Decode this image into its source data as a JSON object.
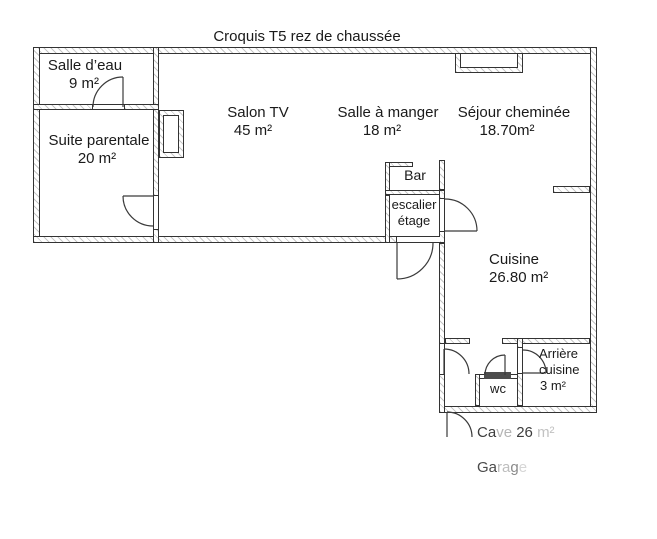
{
  "title": "Croquis T5 rez de chaussée",
  "rooms": {
    "salle_deau": {
      "name": "Salle d’eau",
      "area": "9 m²"
    },
    "suite_parentale": {
      "name": "Suite parentale",
      "area": "20 m²"
    },
    "salon_tv": {
      "name": "Salon TV",
      "area": "45 m²"
    },
    "salle_a_manger": {
      "name": "Salle à manger",
      "area": "18 m²"
    },
    "sejour_cheminee": {
      "name": "Séjour cheminée",
      "area": "18.70m²"
    },
    "bar": {
      "name": "Bar"
    },
    "escalier": {
      "line1": "escalier",
      "line2": "étage"
    },
    "cuisine": {
      "name": "Cuisine",
      "area": "26.80 m²"
    },
    "arriere_cuisine": {
      "line1": "Arrière",
      "line2": "cuisine",
      "area": "3 m²"
    },
    "wc": {
      "name": "wc"
    }
  },
  "annotations": {
    "cave": {
      "segments": [
        {
          "text": "Ca",
          "color": "#3d3d3d"
        },
        {
          "text": "ve",
          "color": "#b5b5b5"
        },
        {
          "text": " 26 ",
          "color": "#3d3d3d"
        },
        {
          "text": "m²",
          "color": "#c2c2c2"
        }
      ]
    },
    "garage": {
      "segments": [
        {
          "text": "Ga",
          "color": "#4a4a4a"
        },
        {
          "text": "ra",
          "color": "#bdbdbd"
        },
        {
          "text": "g",
          "color": "#8a8a8a"
        },
        {
          "text": "e",
          "color": "#d6d6d6"
        }
      ]
    }
  },
  "colors": {
    "line": "#333333",
    "hatch": "#c6c6c6",
    "text": "#1a1a1a",
    "wc_door_bar": "#4d4d4d"
  }
}
